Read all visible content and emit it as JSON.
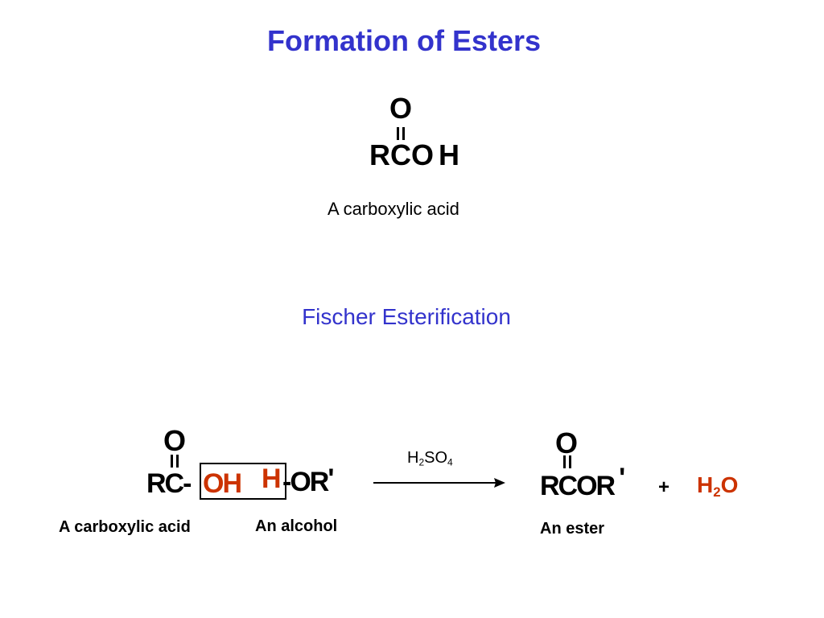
{
  "title": "Formation of Esters",
  "top_structure": {
    "oxygen": "O",
    "chain": [
      "R",
      "C",
      "O",
      "H"
    ],
    "caption": "A carboxylic acid"
  },
  "subtitle": "Fischer Esterification",
  "reaction": {
    "acid": {
      "oxygen": "O",
      "prefix": "RC-",
      "boxed_oh": "OH",
      "caption": "A carboxylic acid"
    },
    "alcohol": {
      "boxed_h": "H",
      "suffix": "-OR",
      "prime": "'",
      "caption": "An alcohol"
    },
    "catalyst": {
      "base1": "H",
      "sub1": "2",
      "base2": "SO",
      "sub2": "4"
    },
    "ester": {
      "oxygen": "O",
      "formula": "RCOR",
      "prime": "'",
      "caption": "An ester"
    },
    "plus": "+",
    "water": {
      "base1": "H",
      "sub": "2",
      "base2": "O"
    }
  },
  "colors": {
    "title_blue": "#3333cc",
    "subtitle_blue": "#3333cc",
    "highlight_red": "#cc3300"
  }
}
